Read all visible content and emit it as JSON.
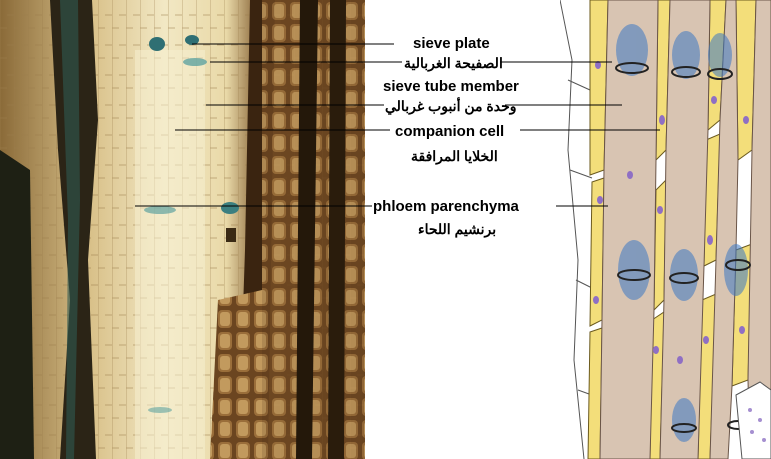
{
  "labels": {
    "sieve_plate": {
      "en": "sieve plate",
      "ar": "الصفيحة الغربالية"
    },
    "sieve_tube_member": {
      "en": "sieve tube member",
      "ar": "وحدة من أنبوب غربالي"
    },
    "companion_cell": {
      "en": "companion cell",
      "ar": "الخلايا المرافقة"
    },
    "phloem_parenchyma": {
      "en": "phloem parenchyma",
      "ar": "برنشيم اللحاء"
    }
  },
  "colors": {
    "photo_background": "#e8d9a8",
    "photo_dark_tissue": "#3a2a14",
    "stain_blue": "#2f8a8c",
    "sieve_tube": "#d8c4b2",
    "companion_cell": "#f3de7a",
    "plastid": "#8f6fc4",
    "sieve_plate_stain": "#3c78c4"
  },
  "icons": {
    "photo": "micrograph-phloem-longitudinal-section",
    "drawing": "phloem-tissue-illustration"
  }
}
